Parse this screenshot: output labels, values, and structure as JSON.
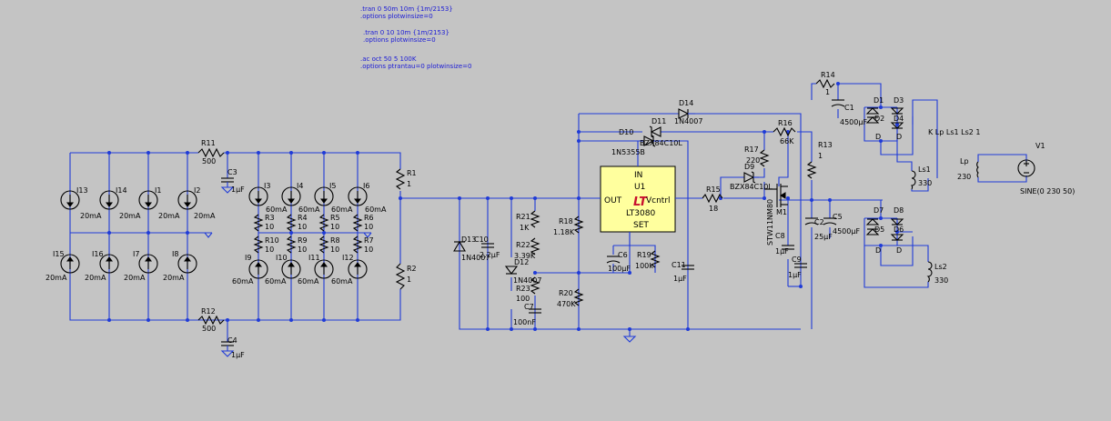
{
  "directives": [
    [
      ".tran 0 50m 10m {1m/2153}",
      ".options plotwinsize=0"
    ],
    [
      ".tran 0 10 10m {1m/2153}",
      ".options plotwinsize=0"
    ],
    [
      ".ac oct 50 5 100K",
      ".options ptrantau=0 plotwinsize=0"
    ]
  ],
  "components": [
    {
      "id": "R11",
      "name": "R11",
      "value": "500"
    },
    {
      "id": "C3",
      "name": "C3",
      "value": "1µF"
    },
    {
      "id": "R12",
      "name": "R12",
      "value": "500"
    },
    {
      "id": "C4",
      "name": "C4",
      "value": "1µF"
    },
    {
      "id": "R1",
      "name": "R1",
      "value": "1"
    },
    {
      "id": "R2",
      "name": "R2",
      "value": "1"
    },
    {
      "id": "I13",
      "name": "I13",
      "value": "20mA"
    },
    {
      "id": "I14",
      "name": "I14",
      "value": "20mA"
    },
    {
      "id": "I1",
      "name": "I1",
      "value": "20mA"
    },
    {
      "id": "I2",
      "name": "I2",
      "value": "20mA"
    },
    {
      "id": "I15",
      "name": "I15",
      "value": "20mA"
    },
    {
      "id": "I16",
      "name": "I16",
      "value": "20mA"
    },
    {
      "id": "I7",
      "name": "I7",
      "value": "20mA"
    },
    {
      "id": "I8",
      "name": "I8",
      "value": "20mA"
    },
    {
      "id": "I3",
      "name": "I3",
      "value": "60mA"
    },
    {
      "id": "I4",
      "name": "I4",
      "value": "60mA"
    },
    {
      "id": "I5",
      "name": "I5",
      "value": "60mA"
    },
    {
      "id": "I6",
      "name": "I6",
      "value": "60mA"
    },
    {
      "id": "I9",
      "name": "I9",
      "value": "60mA"
    },
    {
      "id": "I10",
      "name": "I10",
      "value": "60mA"
    },
    {
      "id": "I11",
      "name": "I11",
      "value": "60mA"
    },
    {
      "id": "I12",
      "name": "I12",
      "value": "60mA"
    },
    {
      "id": "R3",
      "name": "R3",
      "value": "10"
    },
    {
      "id": "R4",
      "name": "R4",
      "value": "10"
    },
    {
      "id": "R5",
      "name": "R5",
      "value": "10"
    },
    {
      "id": "R6",
      "name": "R6",
      "value": "10"
    },
    {
      "id": "R10",
      "name": "R10",
      "value": "10"
    },
    {
      "id": "R9",
      "name": "R9",
      "value": "10"
    },
    {
      "id": "R8",
      "name": "R8",
      "value": "10"
    },
    {
      "id": "R7",
      "name": "R7",
      "value": "10"
    },
    {
      "id": "D13",
      "name": "D13",
      "value": "1N4007"
    },
    {
      "id": "C10",
      "name": "C10",
      "value": "2.2µF"
    },
    {
      "id": "D12",
      "name": "D12",
      "value": "1N4007"
    },
    {
      "id": "R21",
      "name": "R21",
      "value": "1K"
    },
    {
      "id": "R22",
      "name": "R22",
      "value": "3.39K"
    },
    {
      "id": "R23",
      "name": "R23",
      "value": "100"
    },
    {
      "id": "C7",
      "name": "C7",
      "value": "100nF"
    },
    {
      "id": "R18",
      "name": "R18",
      "value": "1.18K"
    },
    {
      "id": "R20",
      "name": "R20",
      "value": "470K"
    },
    {
      "id": "C6",
      "name": "C6",
      "value": "100µF"
    },
    {
      "id": "R19",
      "name": "R19",
      "value": "100k"
    },
    {
      "id": "C11",
      "name": "C11",
      "value": "1µF"
    },
    {
      "id": "D14",
      "name": "D14",
      "value": "1N4007"
    },
    {
      "id": "D11",
      "name": "D11",
      "value": "BZX84C10L"
    },
    {
      "id": "D10",
      "name": "D10",
      "value": "1N5355B"
    },
    {
      "id": "R16",
      "name": "R16",
      "value": "66K"
    },
    {
      "id": "R17",
      "name": "R17",
      "value": "220"
    },
    {
      "id": "D9",
      "name": "D9",
      "value": "BZX84C10L"
    },
    {
      "id": "R15",
      "name": "R15",
      "value": "18"
    },
    {
      "id": "M1",
      "name": "M1",
      "value": "STW11NM80"
    },
    {
      "id": "C8",
      "name": "C8",
      "value": "1µF"
    },
    {
      "id": "C9",
      "name": "C9",
      "value": "1µF"
    },
    {
      "id": "R13",
      "name": "R13",
      "value": "1"
    },
    {
      "id": "R14",
      "name": "R14",
      "value": "1"
    },
    {
      "id": "C1",
      "name": "C1",
      "value": "4500µF"
    },
    {
      "id": "C2",
      "name": "C2",
      "value": "25µF"
    },
    {
      "id": "C5",
      "name": "C5",
      "value": "4500µF"
    },
    {
      "id": "Ls1",
      "name": "Ls1",
      "value": "330"
    },
    {
      "id": "Ls2",
      "name": "Ls2",
      "value": "330"
    },
    {
      "id": "Lp",
      "name": "Lp",
      "value": "230"
    },
    {
      "id": "V1",
      "name": "V1",
      "value": "SINE(0 230 50)"
    }
  ],
  "diode_labels": [
    "D1",
    "D2",
    "D3",
    "D4",
    "D",
    "D",
    "D5",
    "D6",
    "D7",
    "D8",
    "D",
    "D"
  ],
  "ic": {
    "name": "U1",
    "part": "LT3080",
    "in": "IN",
    "out": "OUT",
    "set": "SET",
    "vctrl": "Vcntrl",
    "logo": "LT"
  },
  "coupling": "K Lp Ls1 Ls2 1"
}
